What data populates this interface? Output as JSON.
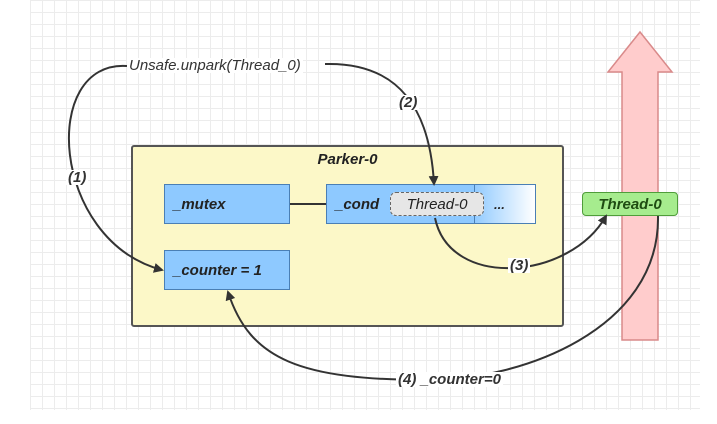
{
  "parker": {
    "title": "Parker-0"
  },
  "fields": {
    "mutex": "_mutex",
    "cond": "_cond",
    "counter": "_counter = 1"
  },
  "queue": {
    "thread": "Thread-0",
    "more": "..."
  },
  "thread": {
    "name": "Thread-0"
  },
  "labels": {
    "unpark": "Unsafe.unpark(Thread_0)",
    "step1": "(1)",
    "step2": "(2)",
    "step3": "(3)",
    "step4": "(4) _counter=0"
  },
  "colors": {
    "parker_fill": "#fcf8c8",
    "field_fill": "#8ec9ff",
    "thread_fill": "#a6ec8e",
    "arrow_fill": "#ffcccc"
  }
}
